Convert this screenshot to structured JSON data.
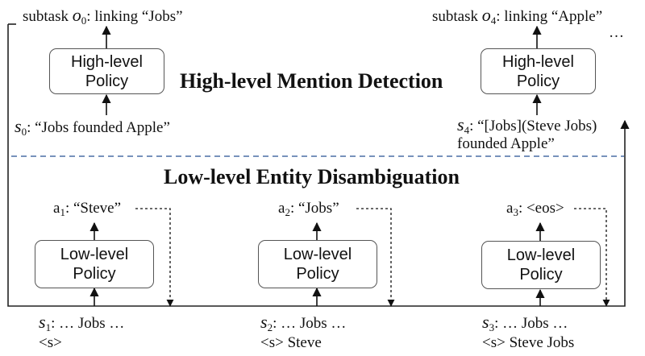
{
  "heading_high": "High-level Mention Detection",
  "heading_low": "Low-level Entity Disambiguation",
  "high_policy_line1": "High-level",
  "high_policy_line2": "Policy",
  "low_policy_line1": "Low-level",
  "low_policy_line2": "Policy",
  "high_left": {
    "subtask_prefix": "subtask",
    "option_var": "o",
    "option_sub": "0",
    "subtask_text": ": linking “Jobs”",
    "state_var": "s",
    "state_sub": "0",
    "state_text": ": “Jobs founded Apple”"
  },
  "high_right": {
    "subtask_prefix": "subtask",
    "option_var": "o",
    "option_sub": "4",
    "subtask_text": ": linking “Apple”",
    "ellipsis": "…",
    "state_var": "s",
    "state_sub": "4",
    "state_text_line1": ": “[Jobs](Steve Jobs)",
    "state_text_line2": "founded Apple”"
  },
  "low": [
    {
      "action_var": "a",
      "action_sub": "1",
      "action_text": ": “Steve”",
      "state_var": "s",
      "state_sub": "1",
      "state_line1": ": … Jobs …",
      "state_line2": "<s>"
    },
    {
      "action_var": "a",
      "action_sub": "2",
      "action_text": ": “Jobs”",
      "state_var": "s",
      "state_sub": "2",
      "state_line1": ": … Jobs …",
      "state_line2": "<s> Steve"
    },
    {
      "action_var": "a",
      "action_sub": "3",
      "action_text": ": <eos>",
      "state_var": "s",
      "state_sub": "3",
      "state_line1": ": … Jobs …",
      "state_line2": "<s> Steve Jobs"
    }
  ]
}
